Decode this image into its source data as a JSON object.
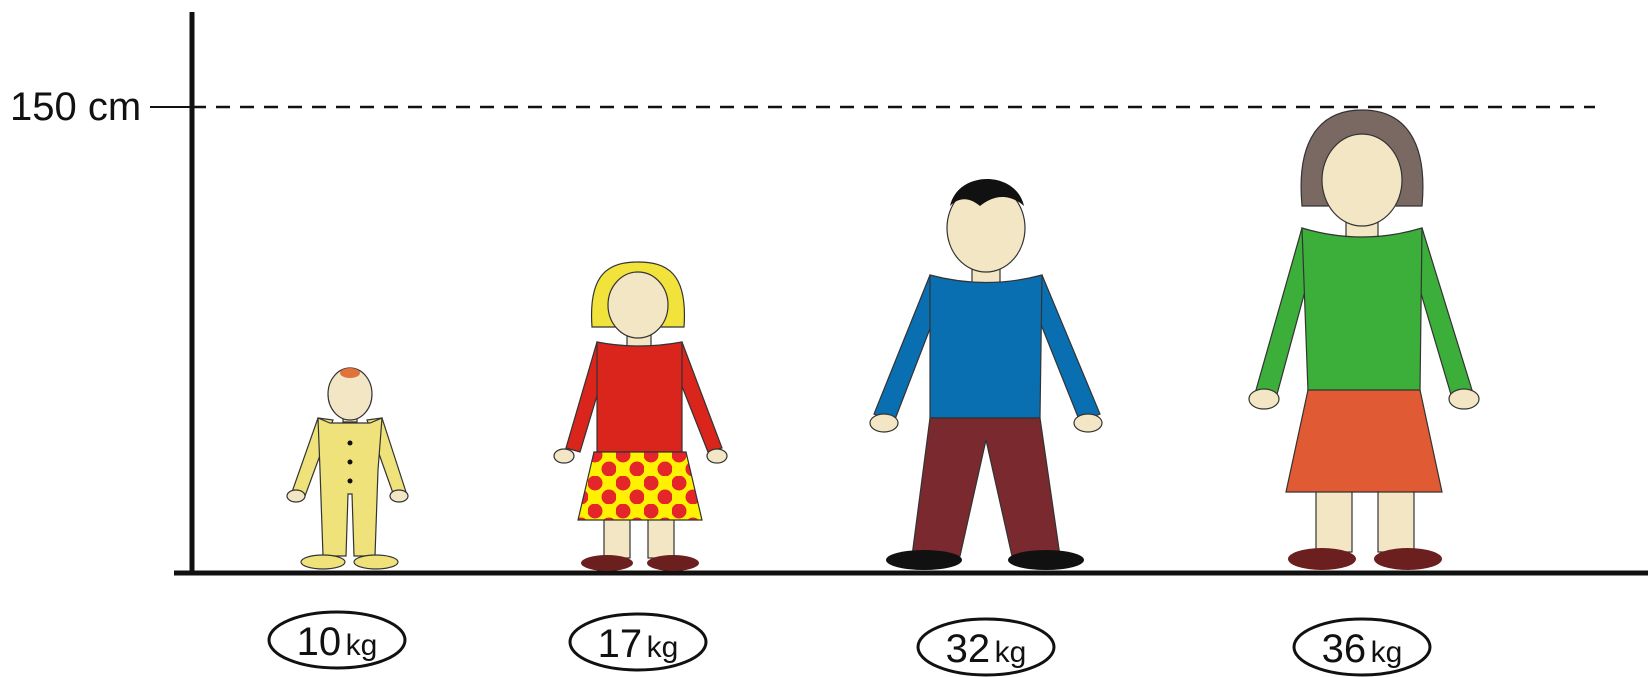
{
  "reference_line": {
    "value": "150",
    "unit": "cm"
  },
  "figures": [
    {
      "id": "baby",
      "weight_value": "10",
      "weight_unit": "kg"
    },
    {
      "id": "girl",
      "weight_value": "17",
      "weight_unit": "kg"
    },
    {
      "id": "boy",
      "weight_value": "32",
      "weight_unit": "kg"
    },
    {
      "id": "woman",
      "weight_value": "36",
      "weight_unit": "kg"
    }
  ],
  "colors": {
    "skin": "#f3e6c5",
    "baby_suit": "#efe27a",
    "baby_hair": "#e0733a",
    "girl_hair": "#f2e23c",
    "girl_shirt": "#d9251c",
    "girl_skirt": "#fff200",
    "girl_skirt_dots": "#e4262b",
    "boy_hair": "#111111",
    "boy_shirt": "#0a6fb0",
    "boy_pants": "#7a2a2f",
    "woman_hair": "#7a6962",
    "woman_shirt": "#3cae3a",
    "woman_skirt": "#e05a33",
    "shoes_brown": "#6b1f1f",
    "shoes_black": "#111111"
  }
}
